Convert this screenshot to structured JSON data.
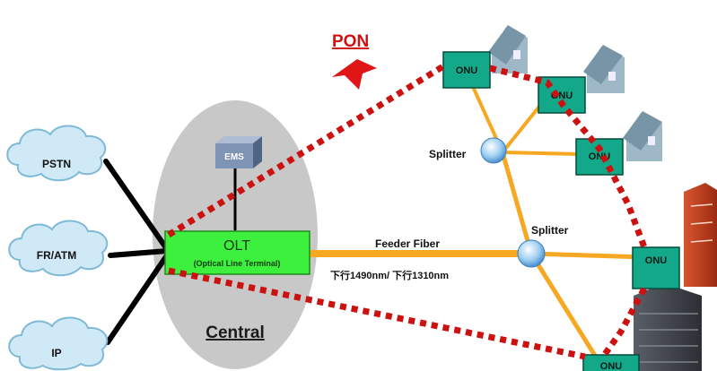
{
  "pon": {
    "label": "PON"
  },
  "clouds": [
    {
      "label": "PSTN"
    },
    {
      "label": "FR/ATM"
    },
    {
      "label": "IP"
    }
  ],
  "central": {
    "label": "Central"
  },
  "ems": {
    "label": "EMS"
  },
  "olt": {
    "label": "OLT",
    "sublabel": "(Optical Line Terminal)"
  },
  "feeder": {
    "label": "Feeder Fiber",
    "wavelength": "下行1490nm/ 下行1310nm"
  },
  "splitters": [
    {
      "label": "Splitter"
    },
    {
      "label": "Splitter"
    }
  ],
  "onus": [
    {
      "label": "ONU"
    },
    {
      "label": "ONU"
    },
    {
      "label": "ONU"
    },
    {
      "label": "ONU"
    },
    {
      "label": "ONU"
    }
  ],
  "colors": {
    "pon_dots": "#cc1111",
    "fiber": "#f7a823",
    "onu_fill": "#13a889",
    "olt_fill": "#3ef03e",
    "central_fill": "#c8c8c8",
    "cloud_fill": "#cfeaf6",
    "ems_fill": "#7f95b5"
  }
}
